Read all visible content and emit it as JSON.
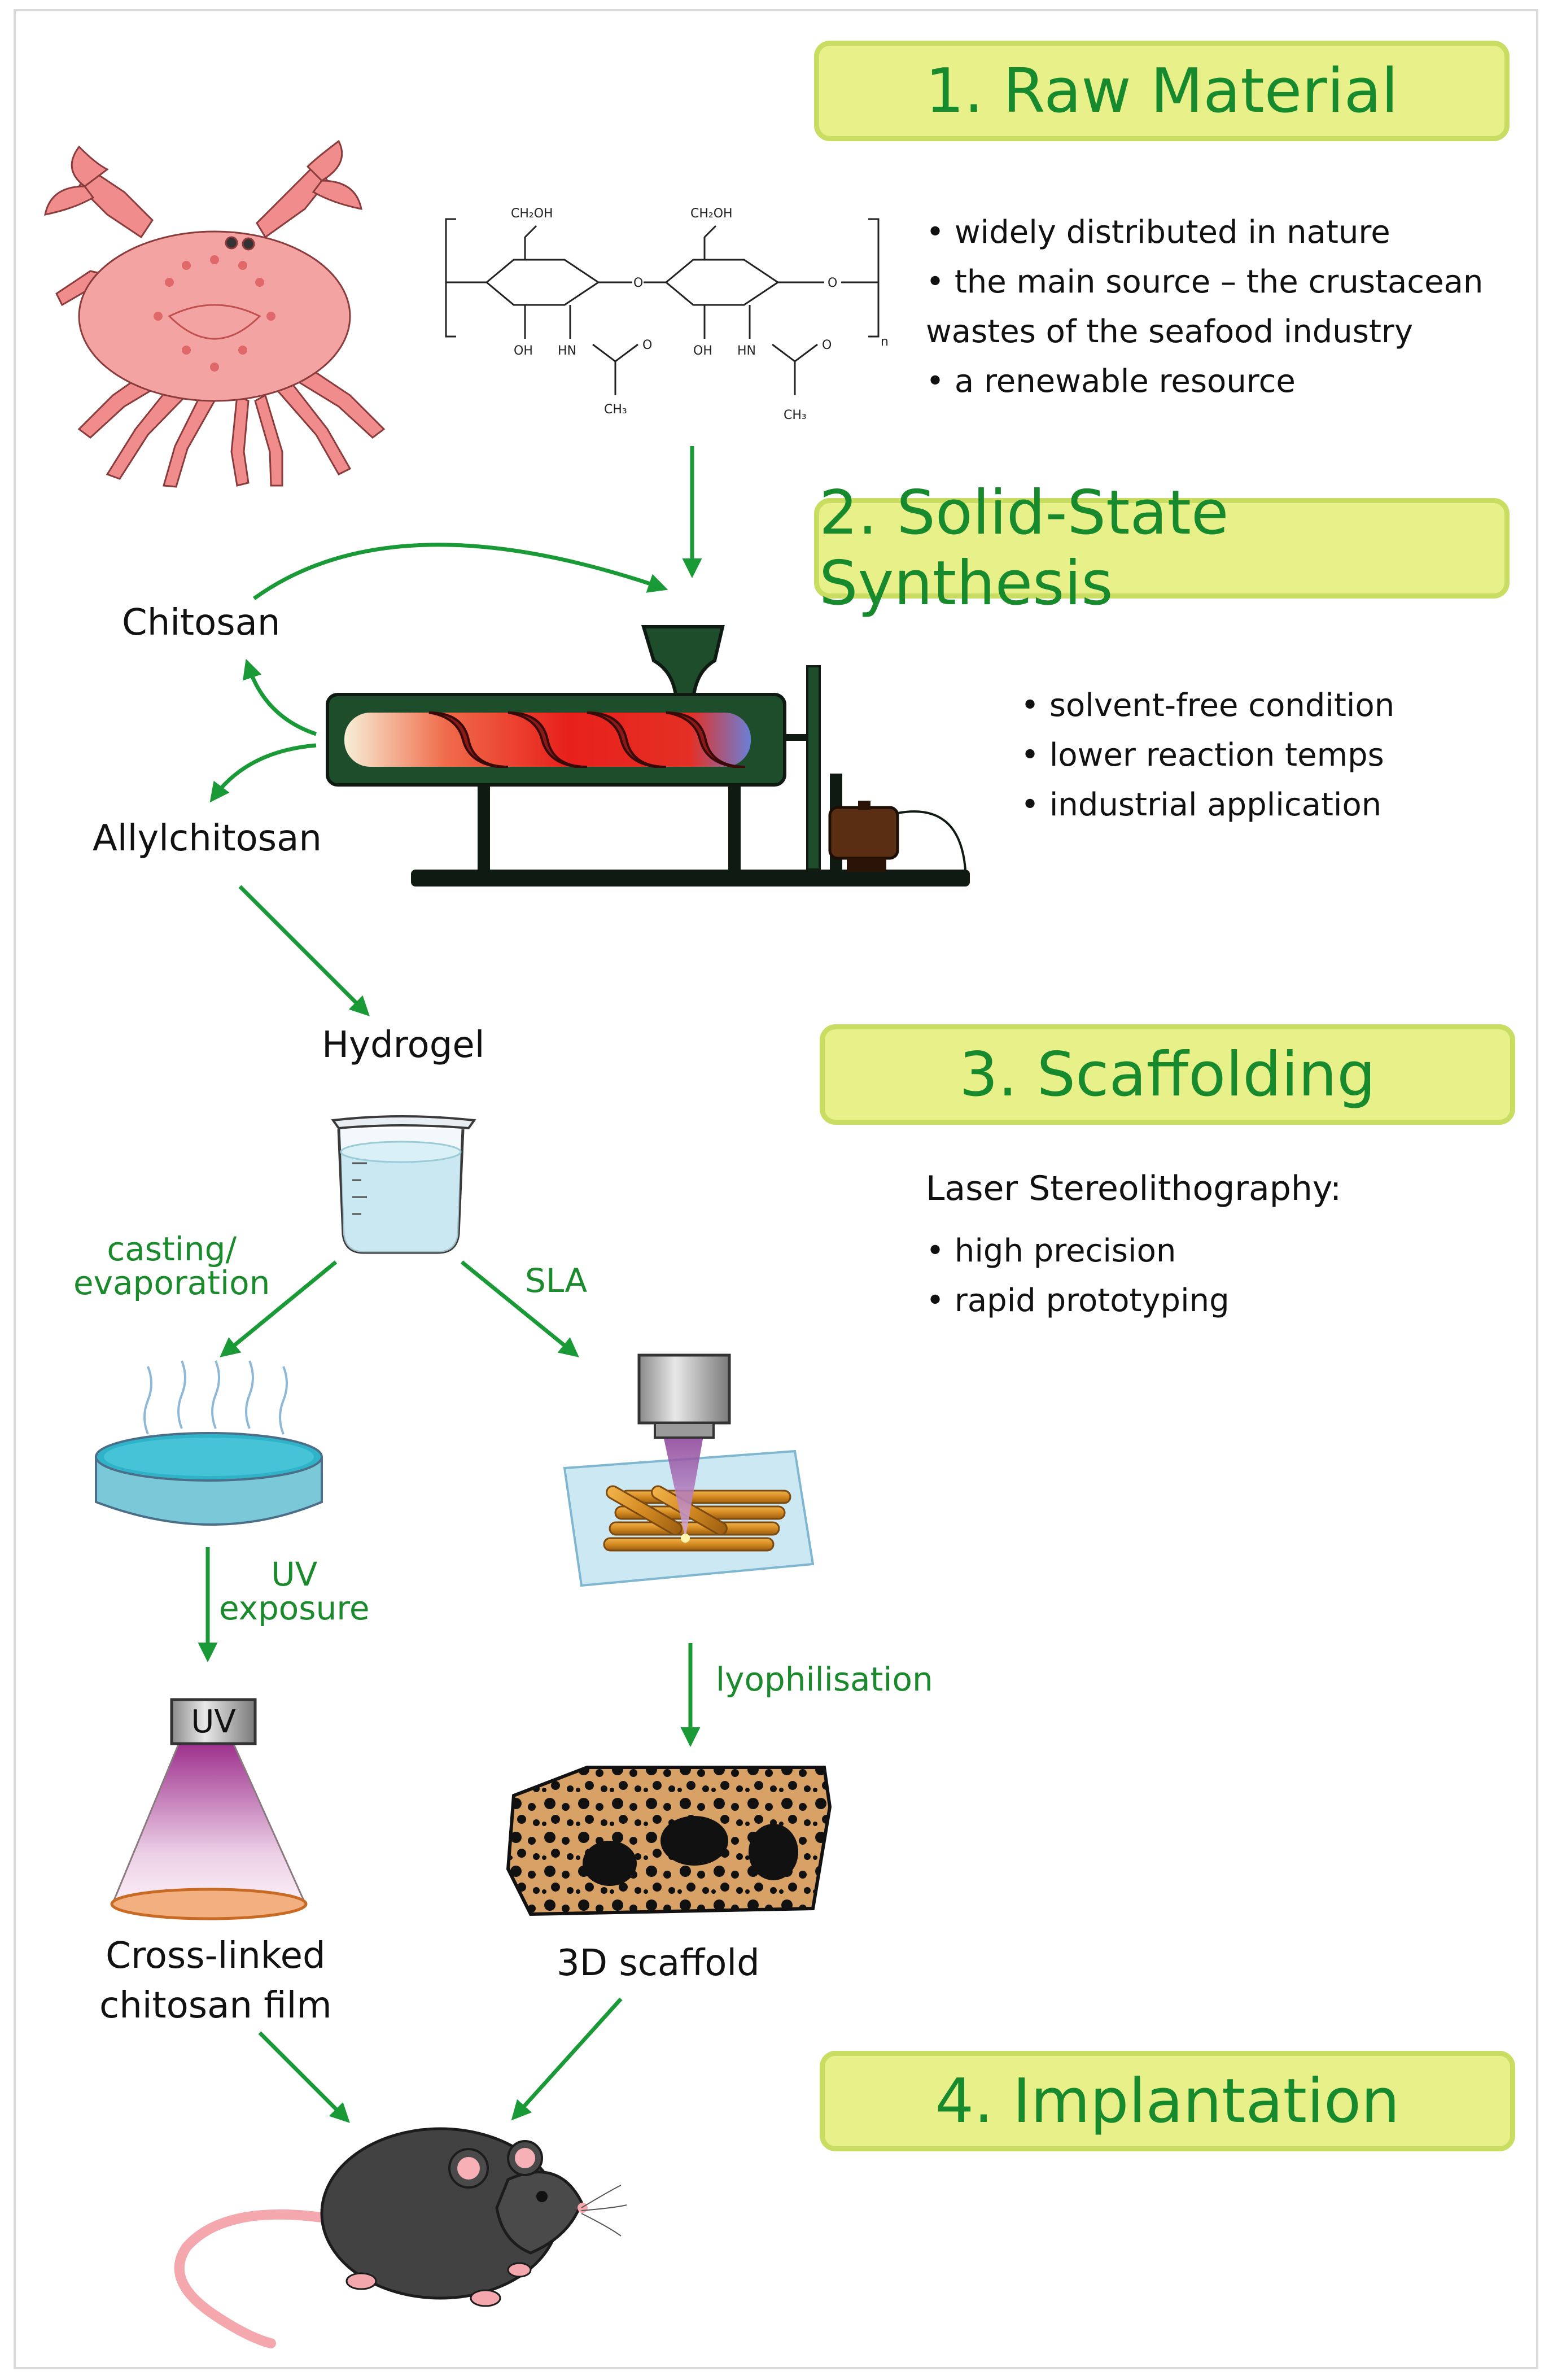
{
  "stages": {
    "raw_material": "1. Raw Material",
    "synthesis": "2. Solid-State Synthesis",
    "scaffolding": "3. Scaffolding",
    "implantation": "4. Implantation"
  },
  "raw_material": {
    "bullets": [
      "widely distributed in nature",
      "the main source – the crustacean",
      "wastes of the seafood industry",
      "a renewable resource"
    ],
    "structure": {
      "ch2oh": "CH₂OH",
      "oh": "OH",
      "hn": "HN",
      "o": "O",
      "ch3": "CH₃",
      "n": "n"
    }
  },
  "synthesis": {
    "bullets": [
      "solvent-free condition",
      "lower reaction temps",
      "industrial application"
    ],
    "chitosan": "Chitosan",
    "allylchitosan": "Allylchitosan"
  },
  "scaffolding": {
    "lead": "Laser Stereolithography:",
    "bullets": [
      "high precision",
      "rapid prototyping"
    ],
    "hydrogel": "Hydrogel",
    "casting": "casting/\nevaporation",
    "sla": "SLA",
    "uv_exposure": "UV\nexposure",
    "uv_lamp": "UV",
    "lyophilisation": "lyophilisation",
    "film": "Cross-linked\nchitosan film",
    "scaffold": "3D scaffold"
  },
  "colors": {
    "stage_fill": "#e8f08a",
    "stage_border": "#c9dd63",
    "stage_text": "#178a2d",
    "arrow": "#1a9a36"
  }
}
